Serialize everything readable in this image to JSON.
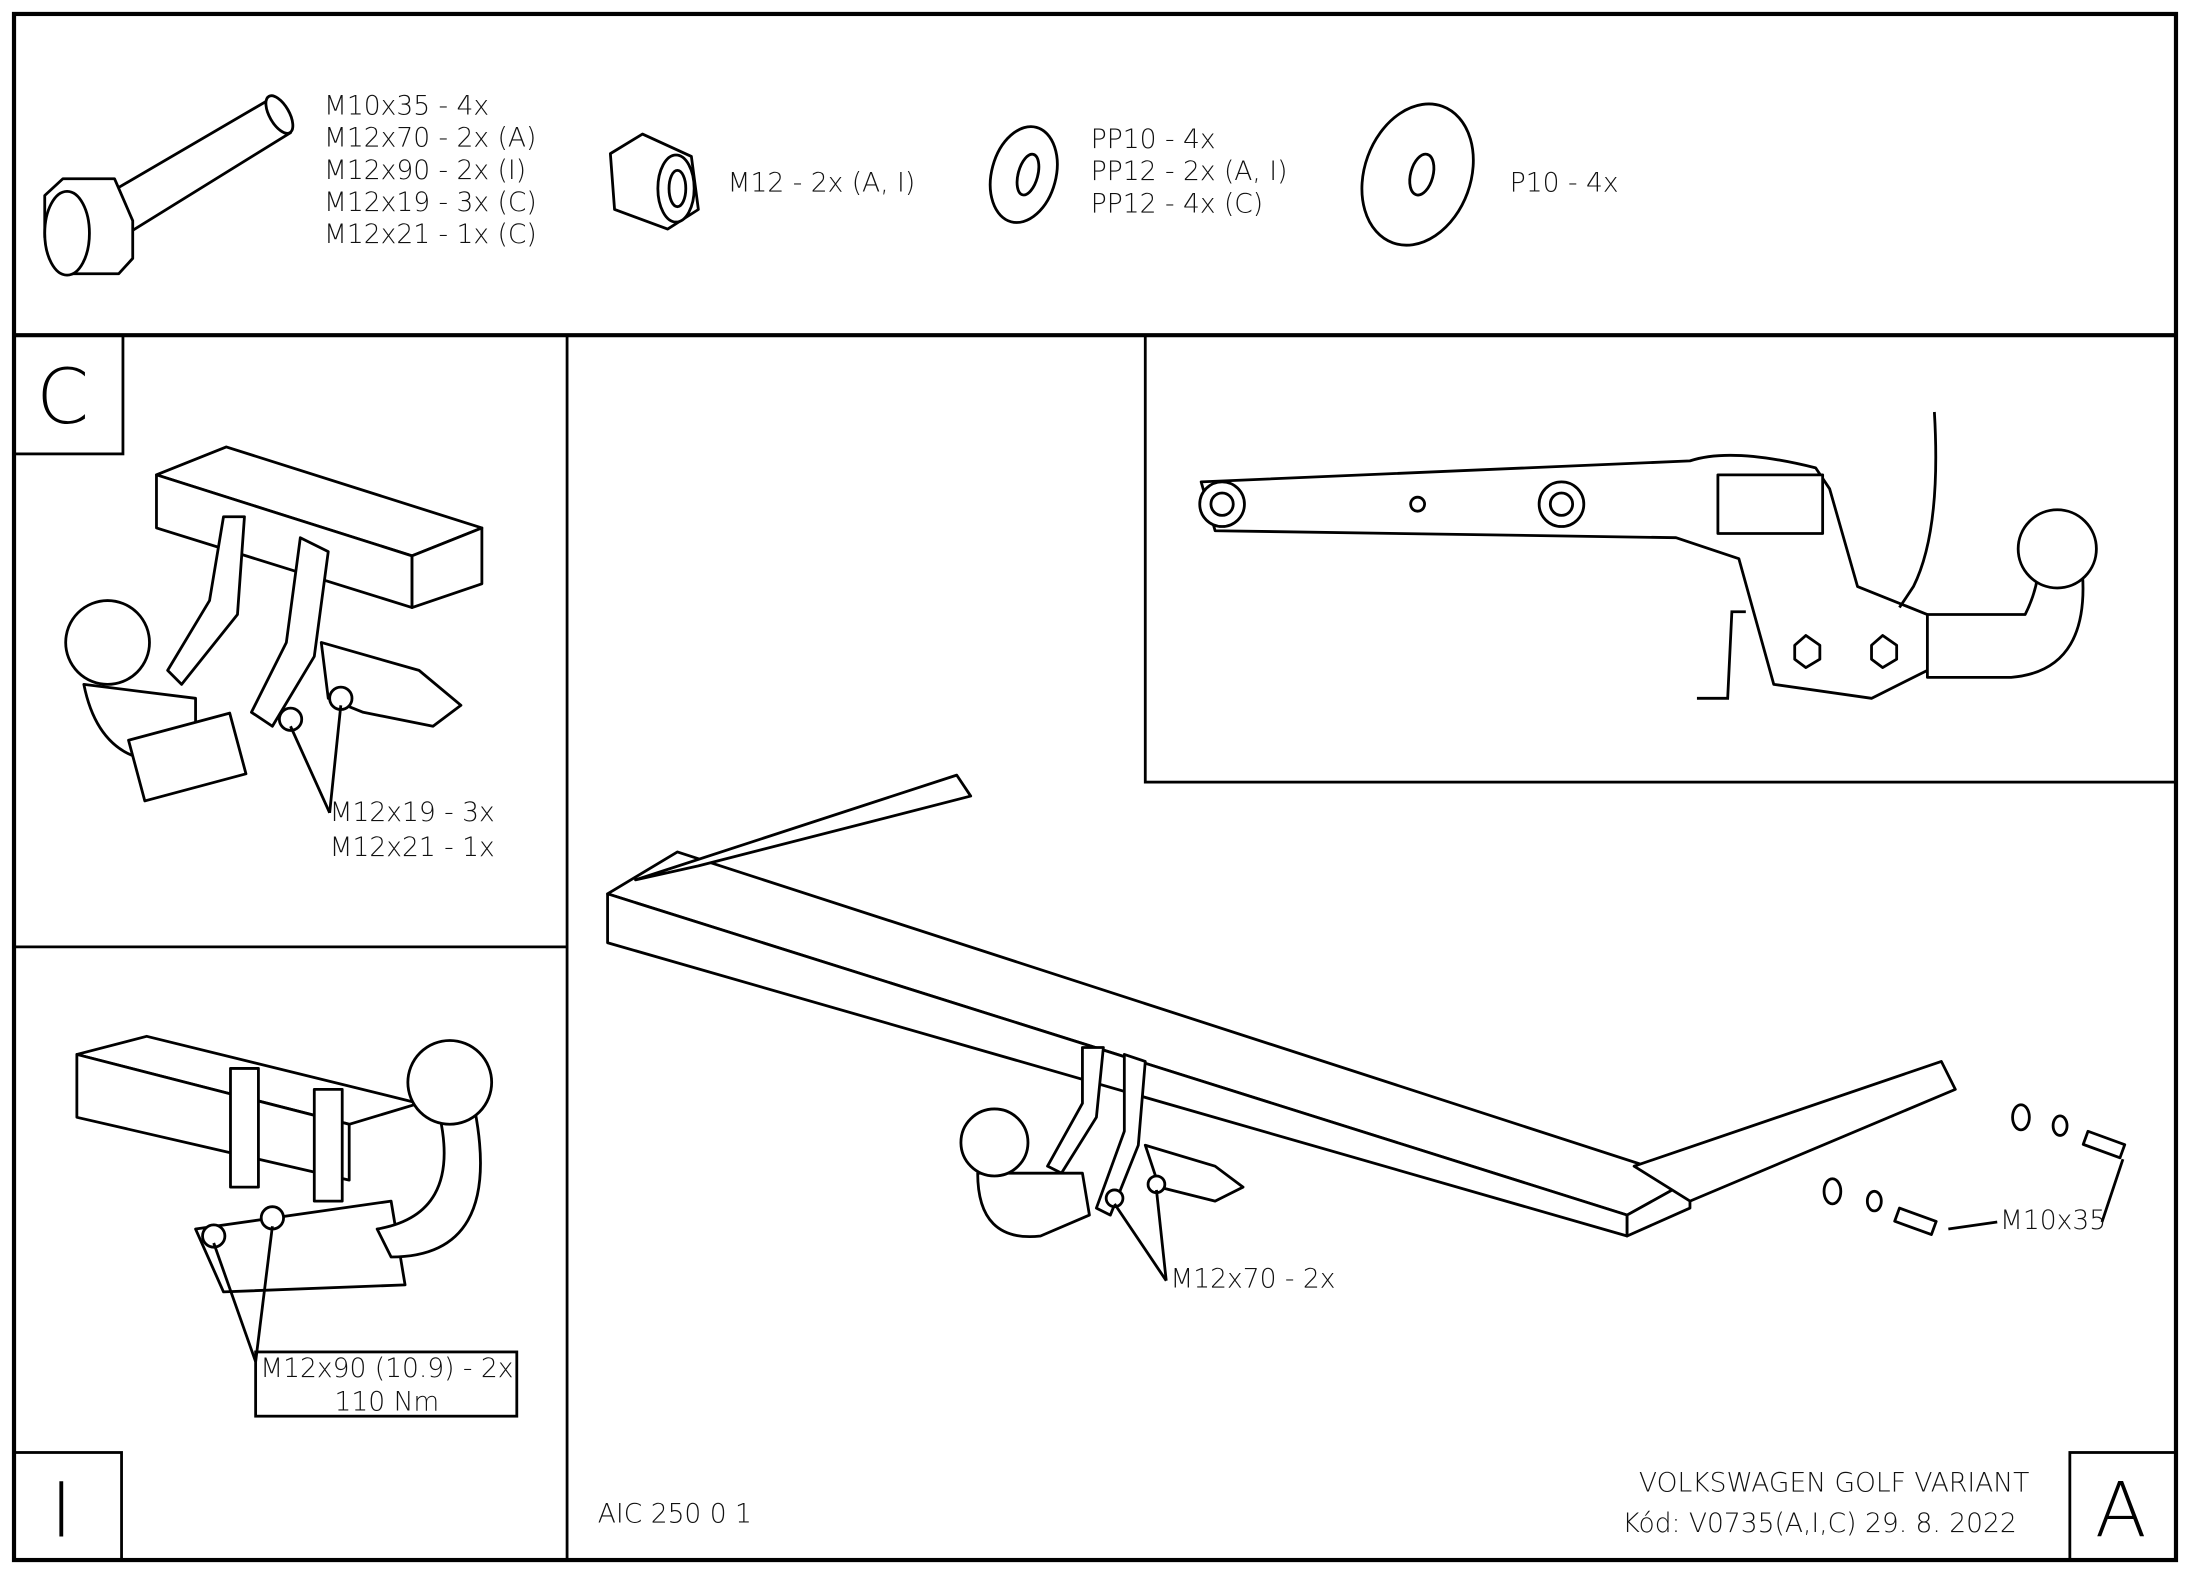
{
  "parts_list": {
    "bolts": [
      "M10x35 - 4x",
      "M12x70 - 2x (A)",
      "M12x90 - 2x (I)",
      "M12x19 - 3x (C)",
      "M12x21 - 1x (C)"
    ],
    "nut": "M12 - 2x (A, I)",
    "spring_washers": [
      "PP10 - 4x",
      "PP12 - 2x (A, I)",
      "PP12 - 4x (C)"
    ],
    "flat_washer": "P10 - 4x"
  },
  "panel_c": {
    "label": "C",
    "callouts": [
      "M12x19 - 3x",
      "M12x21 - 1x"
    ]
  },
  "panel_i": {
    "label": "I",
    "callouts": [
      "M12x90 (10.9) - 2x",
      "110 Nm"
    ]
  },
  "panel_a": {
    "label": "A",
    "callout_ball": "M12x70 - 2x",
    "callout_arm": "M10x35"
  },
  "footer": {
    "drawing_code": "AIC 250 0 1",
    "vehicle": "VOLKSWAGEN GOLF VARIANT",
    "code_date": "Kód: V0735(A,I,C)  29. 8. 2022"
  }
}
